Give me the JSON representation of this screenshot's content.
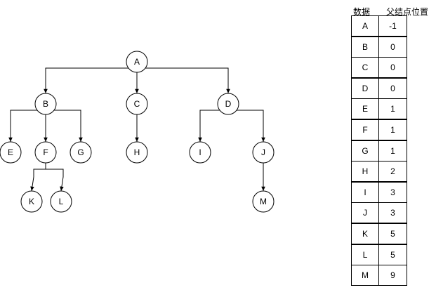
{
  "tree": {
    "nodes": [
      {
        "id": "A",
        "label": "A"
      },
      {
        "id": "B",
        "label": "B"
      },
      {
        "id": "C",
        "label": "C"
      },
      {
        "id": "D",
        "label": "D"
      },
      {
        "id": "E",
        "label": "E"
      },
      {
        "id": "F",
        "label": "F"
      },
      {
        "id": "G",
        "label": "G"
      },
      {
        "id": "H",
        "label": "H"
      },
      {
        "id": "I",
        "label": "I"
      },
      {
        "id": "J",
        "label": "J"
      },
      {
        "id": "K",
        "label": "K"
      },
      {
        "id": "L",
        "label": "L"
      },
      {
        "id": "M",
        "label": "M"
      }
    ],
    "edges": [
      [
        "A",
        "B"
      ],
      [
        "A",
        "C"
      ],
      [
        "A",
        "D"
      ],
      [
        "B",
        "E"
      ],
      [
        "B",
        "F"
      ],
      [
        "B",
        "G"
      ],
      [
        "C",
        "H"
      ],
      [
        "D",
        "I"
      ],
      [
        "D",
        "J"
      ],
      [
        "F",
        "K"
      ],
      [
        "F",
        "L"
      ],
      [
        "J",
        "M"
      ]
    ]
  },
  "table": {
    "header_data": "数据",
    "header_parent": "父结点位置",
    "rows": [
      {
        "data": "A",
        "parent": "-1"
      },
      {
        "data": "B",
        "parent": "0"
      },
      {
        "data": "C",
        "parent": "0"
      },
      {
        "data": "D",
        "parent": "0"
      },
      {
        "data": "E",
        "parent": "1"
      },
      {
        "data": "F",
        "parent": "1"
      },
      {
        "data": "G",
        "parent": "1"
      },
      {
        "data": "H",
        "parent": "2"
      },
      {
        "data": "I",
        "parent": "3"
      },
      {
        "data": "J",
        "parent": "3"
      },
      {
        "data": "K",
        "parent": "5"
      },
      {
        "data": "L",
        "parent": "5"
      },
      {
        "data": "M",
        "parent": "9"
      }
    ]
  }
}
